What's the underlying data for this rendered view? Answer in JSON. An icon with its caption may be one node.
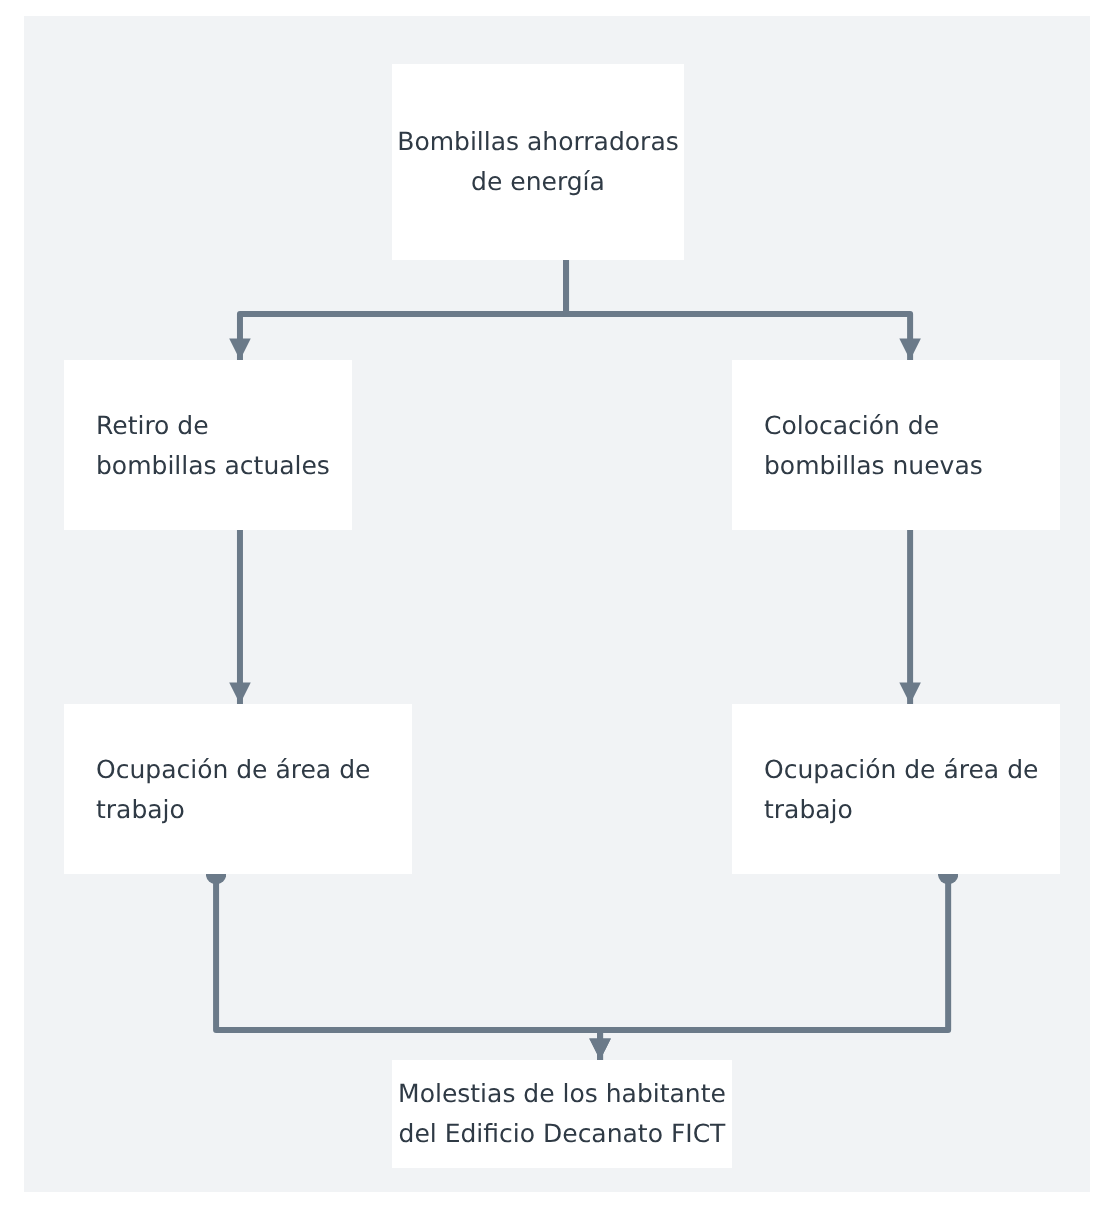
{
  "diagram": {
    "nodes": [
      {
        "text": [
          "Bombillas ahorradoras de energía"
        ]
      },
      {
        "text": [
          "Retiro de bombillas actuales"
        ]
      },
      {
        "text": [
          "Colocación de bombillas nuevas"
        ]
      },
      {
        "text": [
          "Ocupación de área de trabajo"
        ]
      },
      {
        "text": [
          "Ocupación de área de trabajo"
        ]
      },
      {
        "text": [
          "Molestias de los habitante del Edificio Decanato FICT"
        ]
      }
    ],
    "edges": [
      {
        "from": 0,
        "to": 1,
        "arrow": "to"
      },
      {
        "from": 0,
        "to": 2,
        "arrow": "to"
      },
      {
        "from": 1,
        "to": 3,
        "arrow": "to"
      },
      {
        "from": 2,
        "to": 4,
        "arrow": "to"
      },
      {
        "from": 3,
        "to": 5,
        "arrow": "to"
      },
      {
        "from": 4,
        "to": 5,
        "arrow": "to"
      }
    ]
  }
}
